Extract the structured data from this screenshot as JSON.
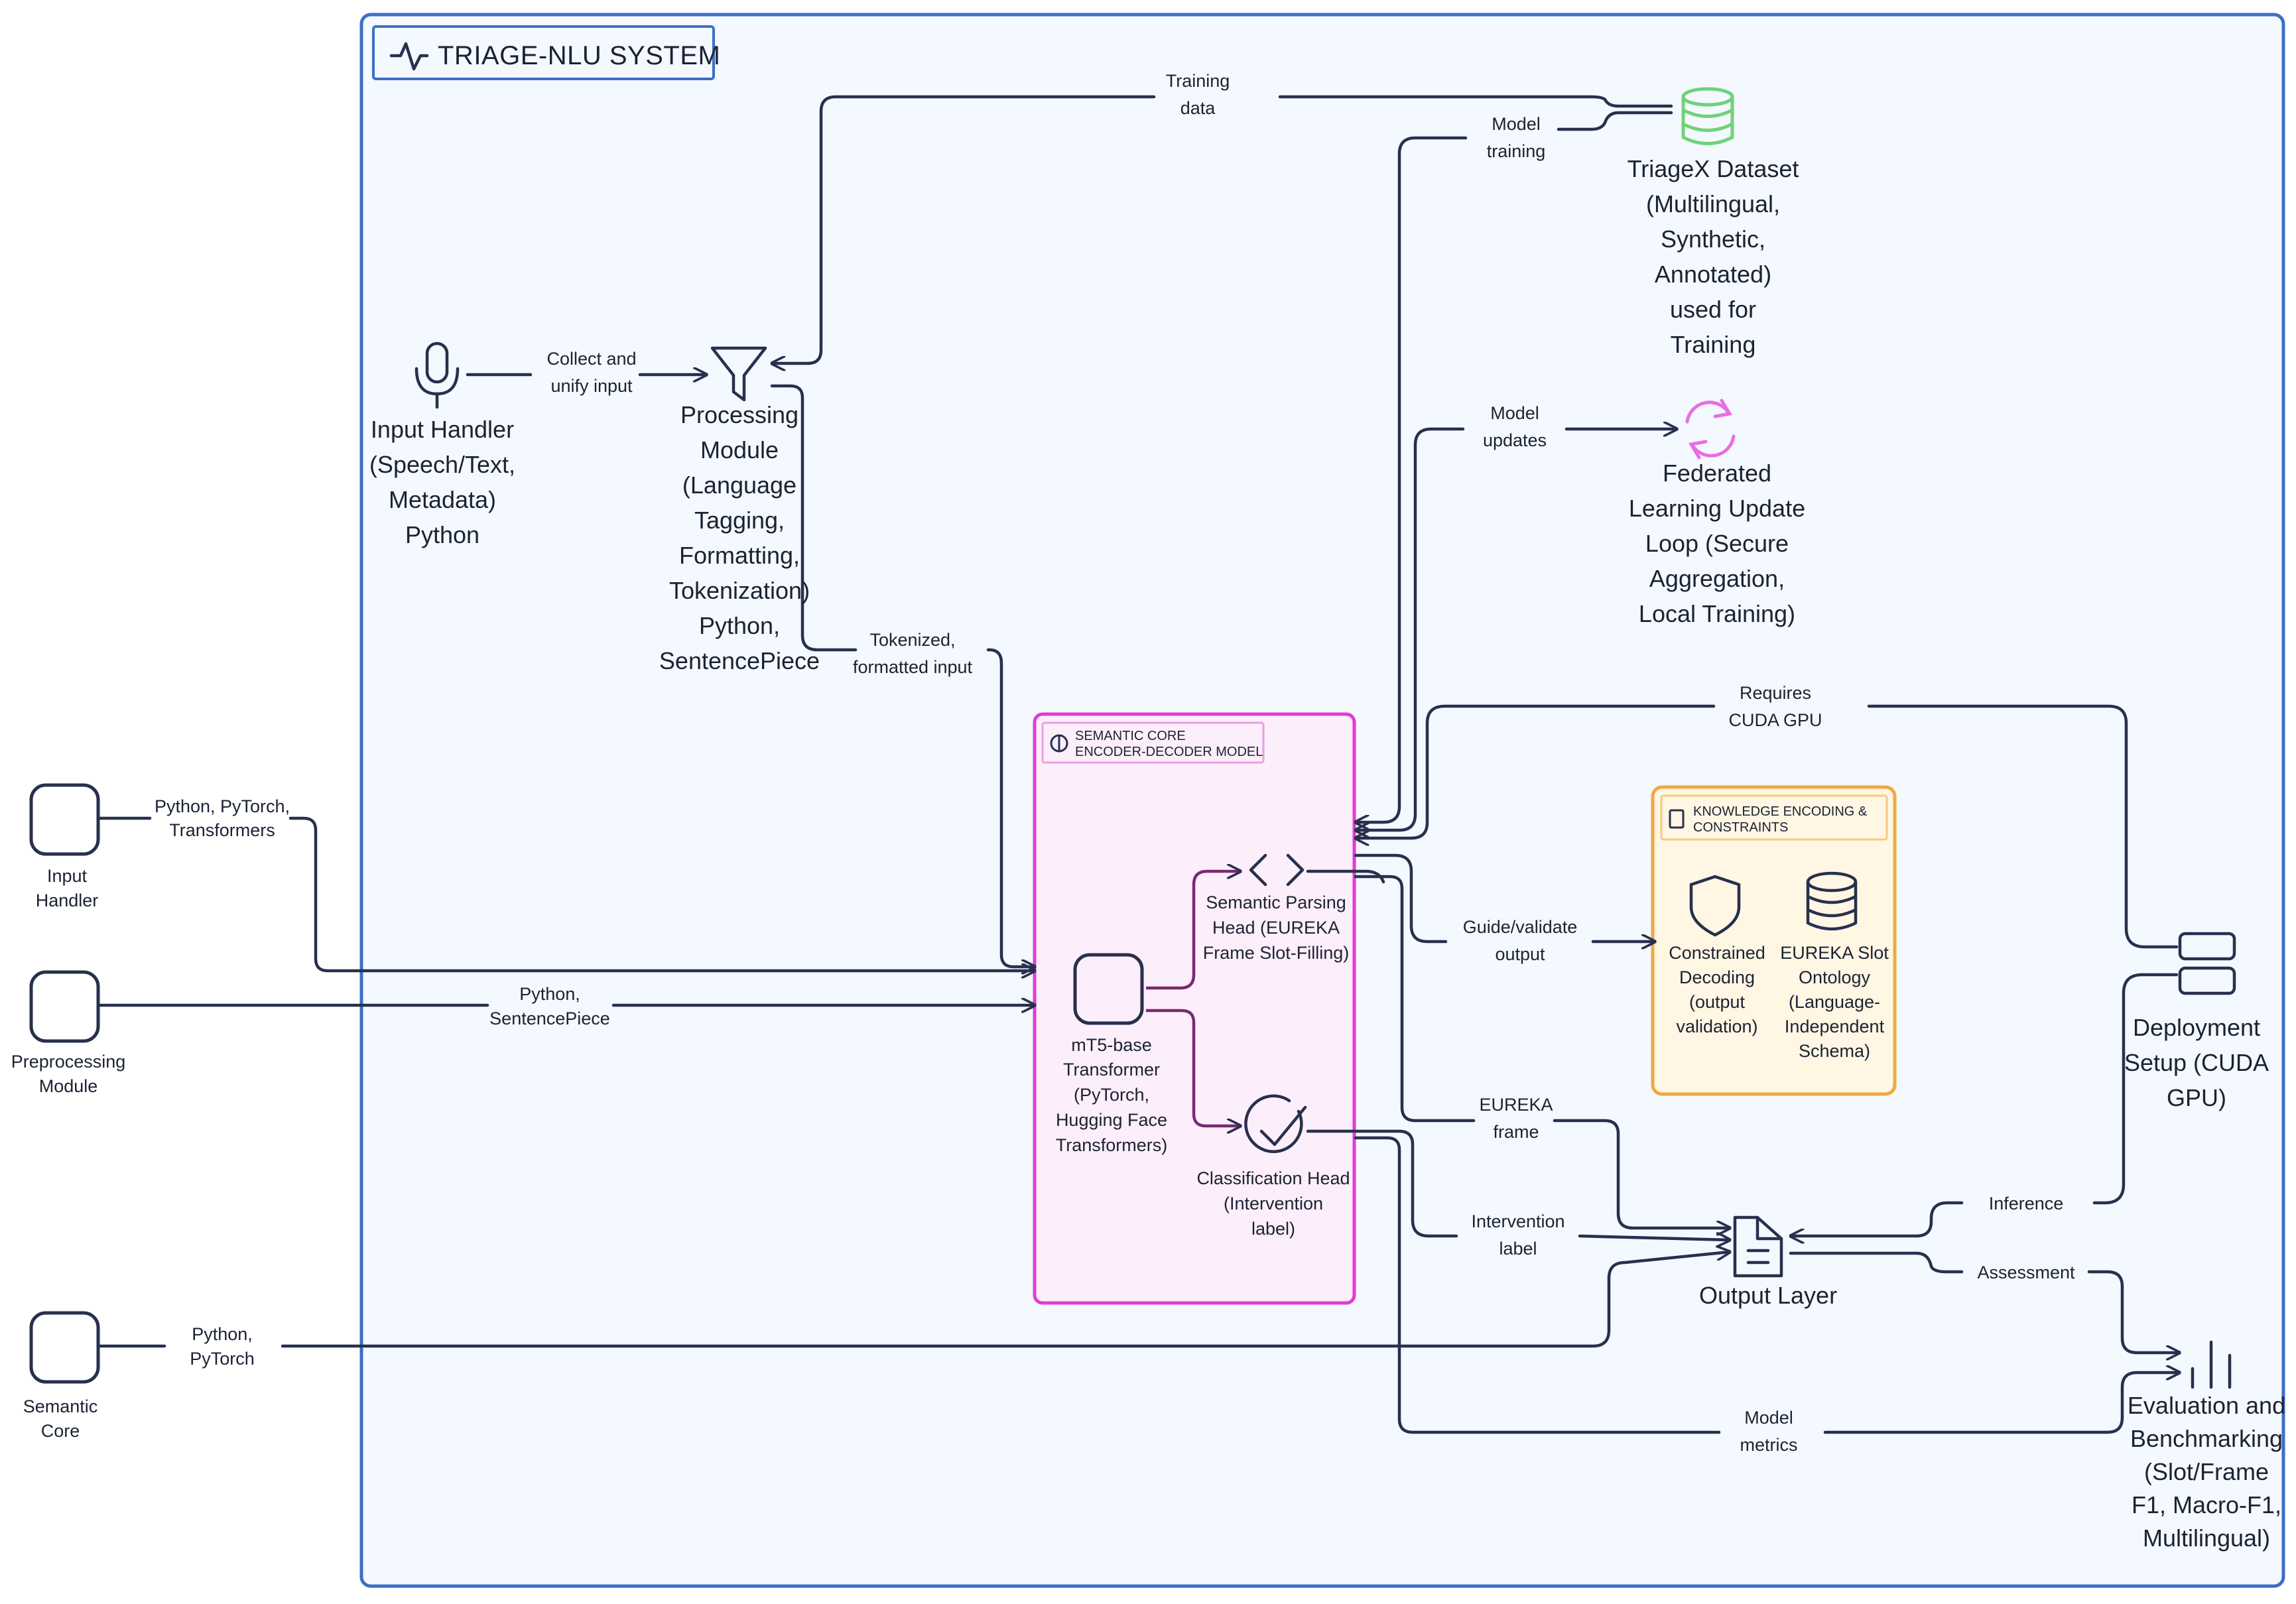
{
  "title": "TRIAGE-NLU SYSTEM",
  "groups": {
    "semantic_core": [
      "SEMANTIC CORE",
      "ENCODER-DECODER MODEL"
    ],
    "knowledge": [
      "KNOWLEDGE ENCODING &",
      "CONSTRAINTS"
    ]
  },
  "nodes": {
    "input_handler": [
      "Input Handler",
      "(Speech/Text,",
      "Metadata)",
      "Python"
    ],
    "processing": [
      "Processing",
      "Module",
      "(Language",
      "Tagging,",
      "Formatting,",
      "Tokenization)",
      "Python,",
      "SentencePiece"
    ],
    "dataset": [
      "TriageX Dataset",
      "(Multilingual,",
      "Synthetic,",
      "Annotated)",
      "used for",
      "Training"
    ],
    "federated": [
      "Federated",
      "Learning Update",
      "Loop (Secure",
      "Aggregation,",
      "Local Training)"
    ],
    "mt5": [
      "mT5-base",
      "Transformer",
      "(PyTorch,",
      "Hugging Face",
      "Transformers)"
    ],
    "parsing_head": [
      "Semantic Parsing",
      "Head (EUREKA",
      "Frame Slot-Filling)"
    ],
    "class_head": [
      "Classification Head",
      "(Intervention",
      "label)"
    ],
    "constrained": [
      "Constrained",
      "Decoding",
      "(output",
      "validation)"
    ],
    "ontology": [
      "EUREKA Slot",
      "Ontology",
      "(Language-",
      "Independent",
      "Schema)"
    ],
    "deployment": [
      "Deployment",
      "Setup (CUDA",
      "GPU)"
    ],
    "output": [
      "Output Layer"
    ],
    "evaluation": [
      "Evaluation and",
      "Benchmarking",
      "(Slot/Frame",
      "F1, Macro-F1,",
      "Multilingual)"
    ],
    "legend_input": [
      "Input",
      "Handler"
    ],
    "legend_pre": [
      "Preprocessing",
      "Module"
    ],
    "legend_core": [
      "Semantic",
      "Core"
    ]
  },
  "edges": {
    "training_data": [
      "Training",
      "data"
    ],
    "model_training": [
      "Model",
      "training"
    ],
    "collect": [
      "Collect and",
      "unify input"
    ],
    "model_updates": [
      "Model",
      "updates"
    ],
    "tokenized": [
      "Tokenized,",
      "formatted input"
    ],
    "requires_cuda": [
      "Requires",
      "CUDA GPU"
    ],
    "py_torch_tf": [
      "Python, PyTorch,",
      "Transformers"
    ],
    "py_sp": [
      "Python,",
      "SentencePiece"
    ],
    "guide": [
      "Guide/validate",
      "output"
    ],
    "eureka_frame": [
      "EUREKA",
      "frame"
    ],
    "intervention": [
      "Intervention",
      "label"
    ],
    "inference": [
      "Inference"
    ],
    "assessment": [
      "Assessment"
    ],
    "py_torch": [
      "Python,",
      "PyTorch"
    ],
    "model_metrics": [
      "Model",
      "metrics"
    ]
  },
  "colors": {
    "container": "#3d6fc4",
    "container_fill": "#f4f8ff",
    "semantic_core": "#e13ad8",
    "semantic_core_fill": "#fdeefb",
    "knowledge": "#f0a940",
    "knowledge_fill": "#fff6e3",
    "dataset_icon": "#6fd27a",
    "federated_icon": "#e76ee0",
    "edge": "#27304d"
  }
}
